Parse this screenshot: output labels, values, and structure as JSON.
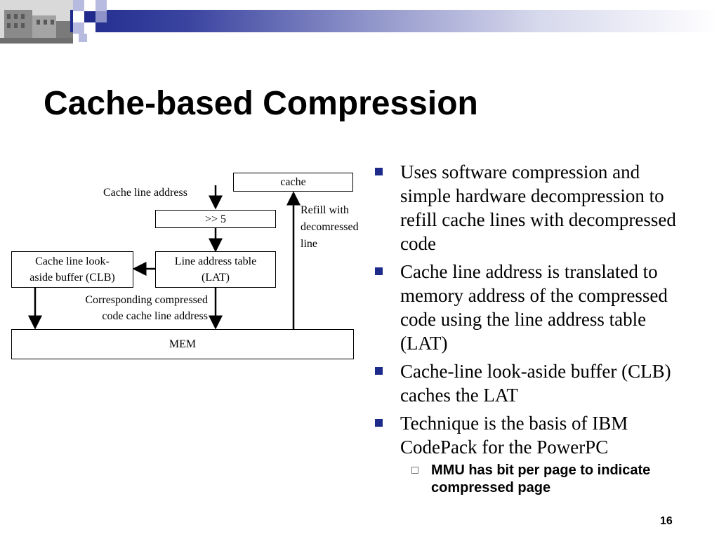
{
  "title": "Cache-based Compression",
  "theme": {
    "accent": "#1c2a8a",
    "header_dark": "#1f2a8c",
    "square_light": "#b8bbe0"
  },
  "diagram": {
    "cache_label": "cache",
    "cache_line_address": "Cache line address",
    "shift_label": ">> 5",
    "refill_label": [
      "Refill with",
      "decomressed",
      "line"
    ],
    "clb_label": [
      "Cache line look-",
      "aside buffer (CLB)"
    ],
    "lat_label": [
      "Line address table",
      "(LAT)"
    ],
    "corresponding_label": [
      "Corresponding compressed",
      "code cache line address"
    ],
    "mem_label": "MEM"
  },
  "bullets": [
    {
      "text": "Uses software compression and simple hardware decompression to refill cache lines with decompressed code"
    },
    {
      "text": "Cache line address is translated to memory address of the compressed code using the line address table (LAT)"
    },
    {
      "text": "Cache-line look-aside buffer (CLB) caches the LAT"
    },
    {
      "text": "Technique is the basis of IBM CodePack for the PowerPC",
      "sub": [
        "MMU has bit per page to indicate compressed page"
      ]
    }
  ],
  "page_number": "16"
}
